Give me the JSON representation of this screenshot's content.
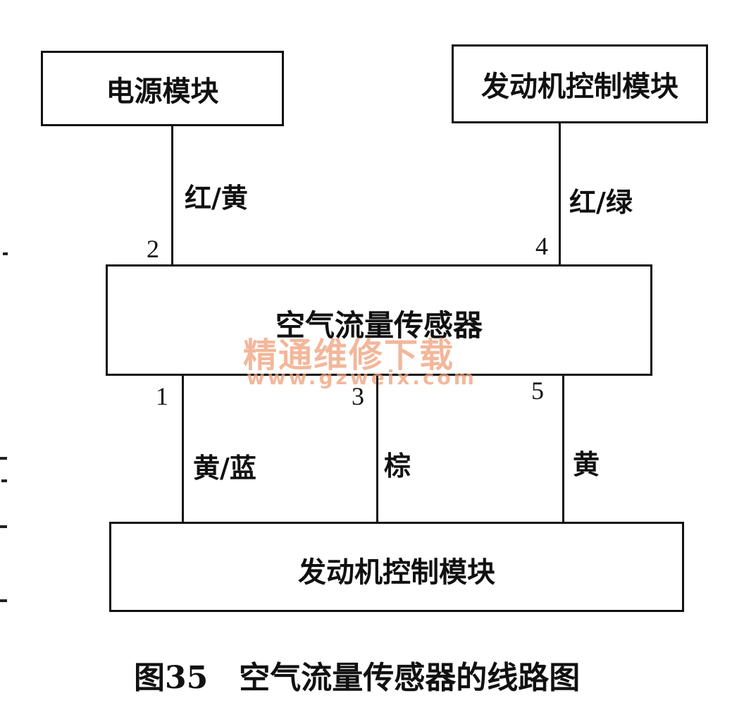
{
  "boxes": {
    "power_module": "电源模块",
    "ecm_top": "发动机控制模块",
    "maf_sensor": "空气流量传感器",
    "ecm_bottom": "发动机控制模块"
  },
  "wires": {
    "pin2_color": "红/黄",
    "pin4_color": "红/绿",
    "pin1_color": "黄/蓝",
    "pin3_color": "棕",
    "pin5_color": "黄"
  },
  "pins": {
    "pin1": "1",
    "pin2": "2",
    "pin3": "3",
    "pin4": "4",
    "pin5": "5"
  },
  "watermark": {
    "text": "精通维修下载",
    "url": "www.gzweix.com"
  },
  "caption": "图35　空气流量传感器的线路图"
}
